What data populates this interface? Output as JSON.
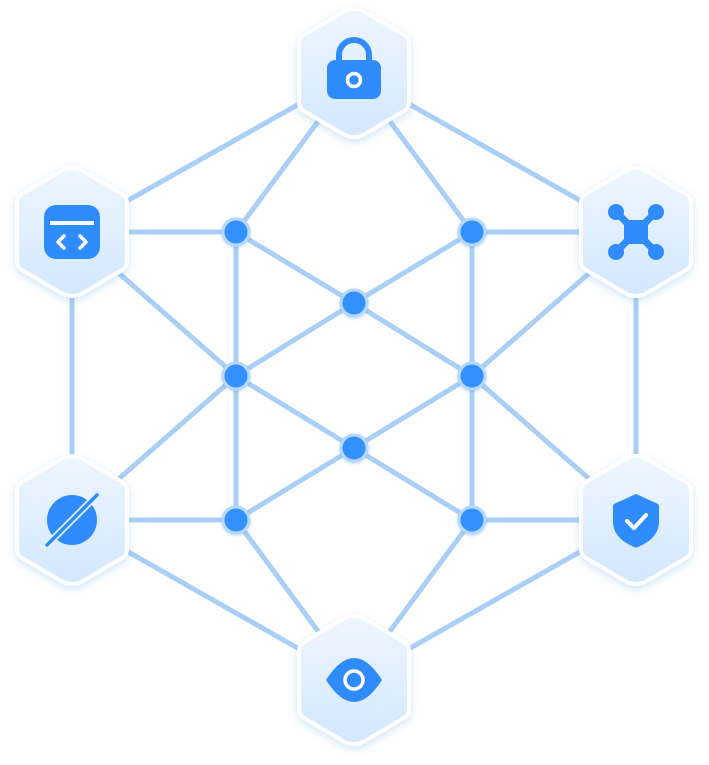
{
  "colors": {
    "edge": "#A9CFF7",
    "node_fill": "#3391FF",
    "node_ring": "#B7D8FB",
    "hex_fill_top": "#EEF6FF",
    "hex_fill_bottom": "#D6E9FF",
    "hex_stroke": "#FFFFFF",
    "icon": "#2F8CFF",
    "icon_cutout": "#FFFFFF"
  },
  "hex_icons": [
    {
      "id": "top",
      "icon": "padlock-icon"
    },
    {
      "id": "upper-left",
      "icon": "code-window-icon"
    },
    {
      "id": "upper-right",
      "icon": "network-nodes-icon"
    },
    {
      "id": "lower-left",
      "icon": "globe-off-icon"
    },
    {
      "id": "lower-right",
      "icon": "shield-check-icon"
    },
    {
      "id": "bottom",
      "icon": "eye-icon"
    }
  ]
}
